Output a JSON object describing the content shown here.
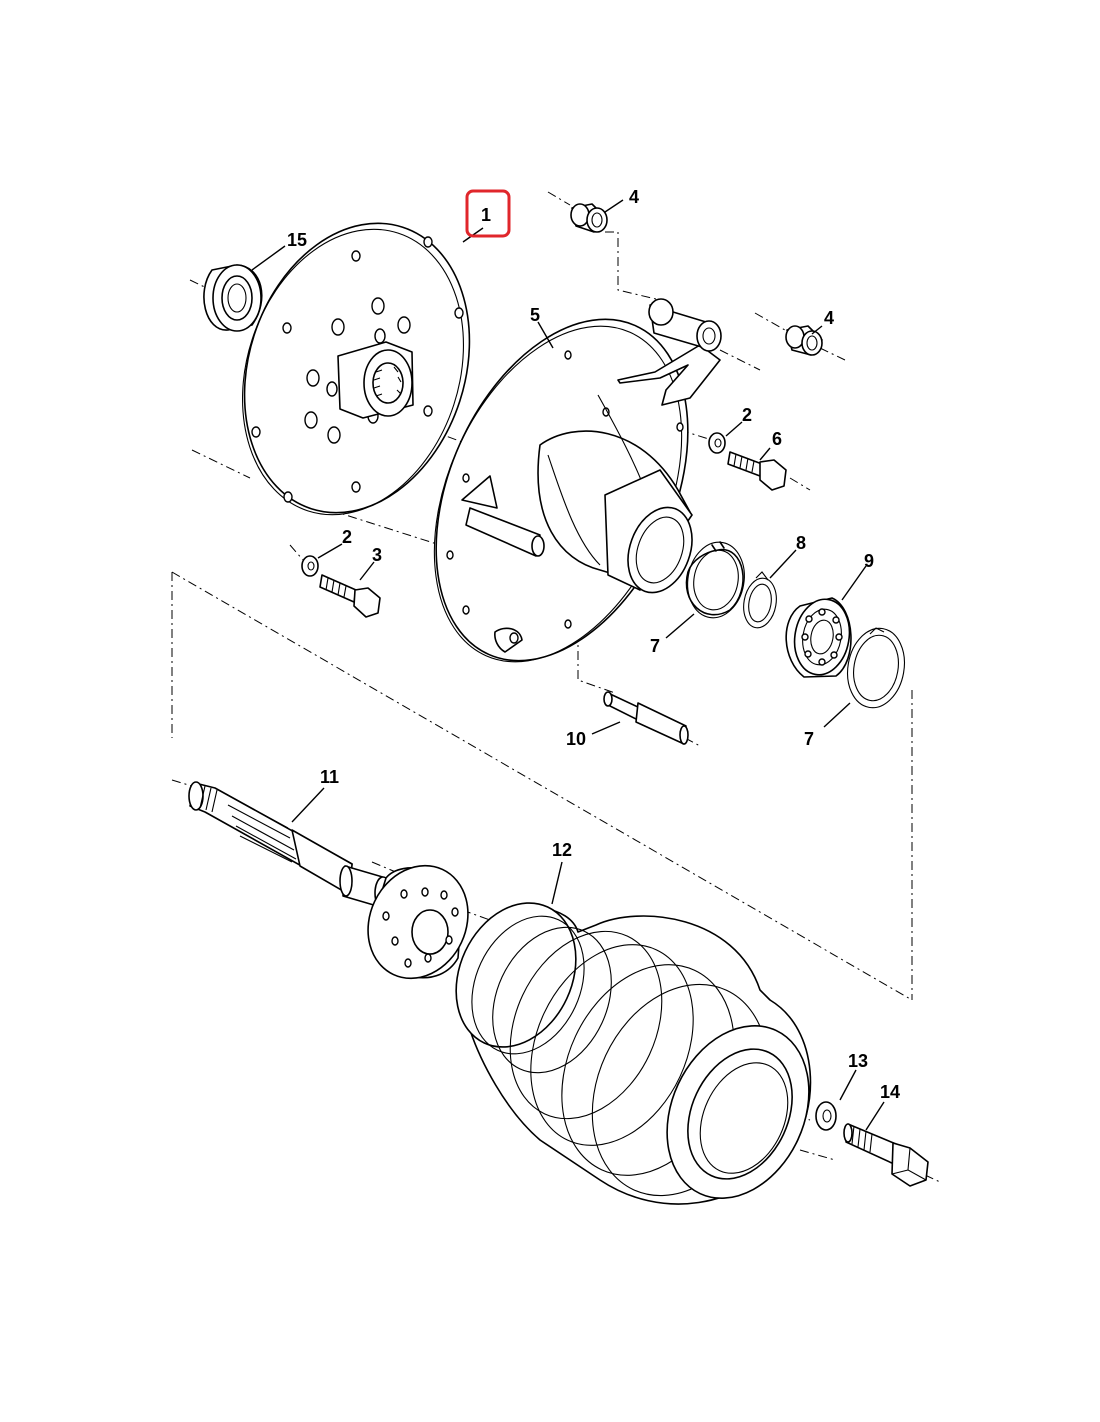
{
  "diagram": {
    "highlight_color": "#e0262b",
    "line_color": "#000000",
    "background_color": "#ffffff",
    "callouts": {
      "c1": "1",
      "c2a": "2",
      "c2b": "2",
      "c3": "3",
      "c4a": "4",
      "c4b": "4",
      "c5": "5",
      "c6": "6",
      "c7a": "7",
      "c7b": "7",
      "c8": "8",
      "c9": "9",
      "c10": "10",
      "c11": "11",
      "c12": "12",
      "c13": "13",
      "c14": "14",
      "c15": "15"
    }
  }
}
